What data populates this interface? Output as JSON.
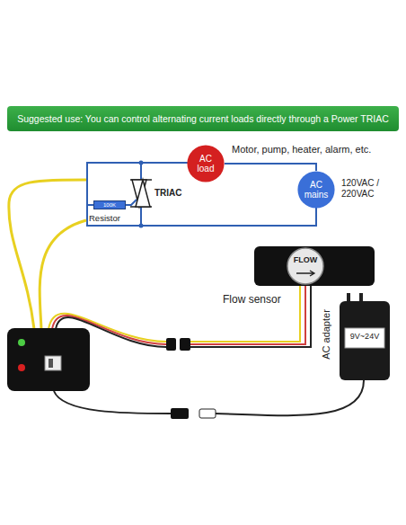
{
  "diagram": {
    "nodes": [
      {
        "text": [
          "Suggested use: You can control alternating current loads directly through a Power TRIAC"
        ]
      },
      {
        "text": [
          "AC load"
        ]
      },
      {
        "text": [
          "AC mains"
        ]
      },
      {
        "text": [
          "100K",
          "Resistor"
        ]
      },
      {
        "text": [
          "FLOW",
          "Flow sensor"
        ]
      },
      {
        "text": [
          "9V~24V",
          "AC adapter"
        ]
      }
    ],
    "edges": [
      {
        "from": 1,
        "to": 2,
        "arrow": "none"
      }
    ],
    "labels": [
      "Motor, pump, heater, alarm, etc.",
      "120VAC / 220VAC",
      "TRIAC"
    ]
  }
}
